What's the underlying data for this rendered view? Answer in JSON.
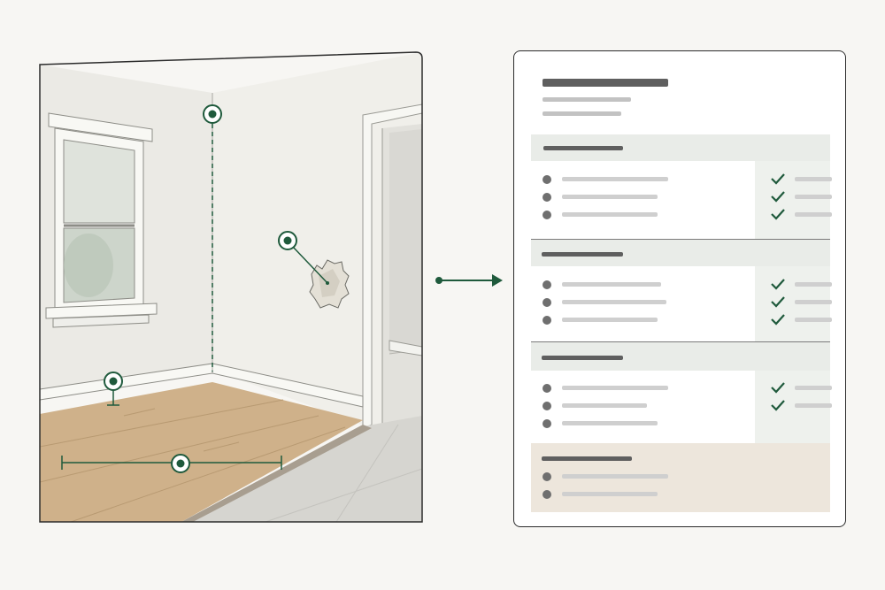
{
  "colors": {
    "background": "#f7f6f3",
    "accent_green": "#1f5a3c",
    "section_header_bg": "#e9ece8",
    "check_column_bg": "#eef1ed",
    "final_section_bg": "#ede6dc",
    "wall": "#ecebe6",
    "floor_wood": "#cfb18a",
    "floor_tile": "#d6d5d0"
  },
  "icons": {
    "marker": "location-ring-icon",
    "arrow": "arrow-right-icon",
    "check": "check-icon",
    "bullet": "bullet-dot-icon"
  },
  "room_markers": [
    {
      "name": "corner-marker"
    },
    {
      "name": "wall-damage-marker"
    },
    {
      "name": "baseboard-marker"
    },
    {
      "name": "floor-measure-marker"
    }
  ],
  "checklist": {
    "sections": [
      {
        "items": 3,
        "checked": 3
      },
      {
        "items": 3,
        "checked": 3
      },
      {
        "items": 3,
        "checked": 2
      },
      {
        "items": 2,
        "checked": 0
      }
    ]
  }
}
